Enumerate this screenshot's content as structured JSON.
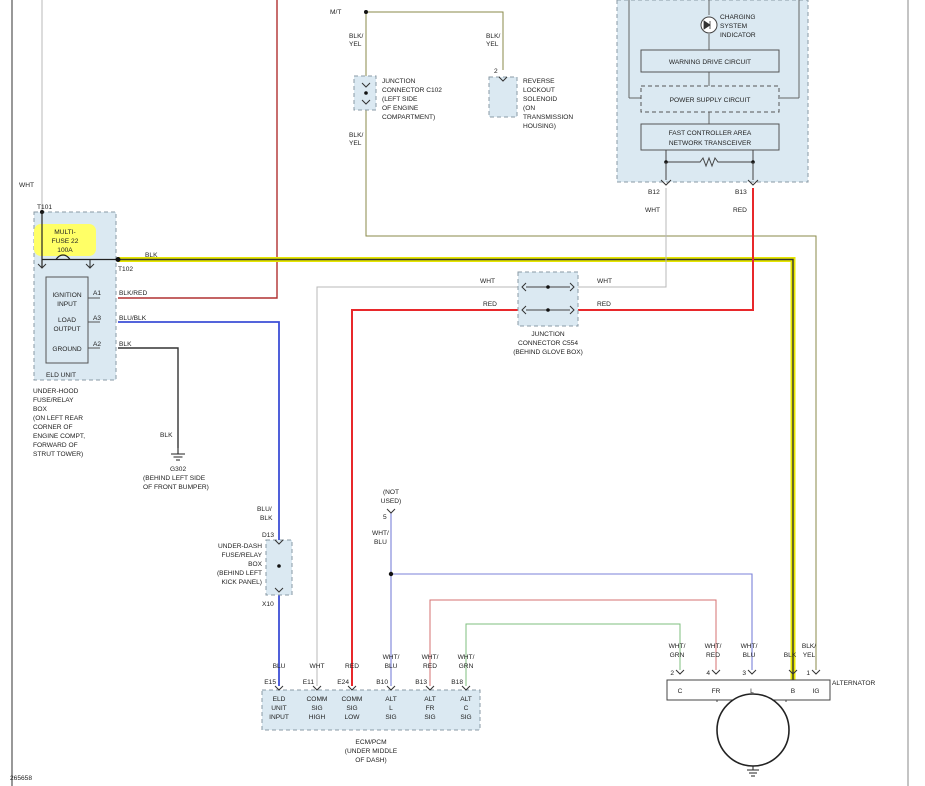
{
  "diagram_id": "265658",
  "colors": {
    "blk": "#333333",
    "red": "#e8282b",
    "blu": "#3c4fd6",
    "wht": "#b8b8b8",
    "highlight": "#e6e600",
    "box_fill": "#dbe9f2"
  },
  "top": {
    "mt_label": "M/T",
    "wht_label": "WHT",
    "blk_yel_1a": "BLK/",
    "blk_yel_1b": "YEL",
    "blk_yel_2a": "BLK/",
    "blk_yel_2b": "YEL",
    "blk_yel_3a": "BLK/",
    "blk_yel_3b": "YEL",
    "c102_lines": [
      "JUNCTION",
      "CONNECTOR C102",
      "(LEFT SIDE",
      "OF ENGINE",
      "COMPARTMENT)"
    ],
    "solenoid_pin": "2",
    "solenoid_lines": [
      "REVERSE",
      "LOCKOUT",
      "SOLENOID",
      "(ON",
      "TRANSMISSION",
      "HOUSING)"
    ]
  },
  "gauge": {
    "indicator_lines": [
      "CHARGING",
      "SYSTEM",
      "INDICATOR"
    ],
    "warning_drive": "WARNING DRIVE CIRCUIT",
    "power_supply": "POWER SUPPLY CIRCUIT",
    "can_line1": "FAST CONTROLLER AREA",
    "can_line2": "NETWORK TRANSCEIVER",
    "pin_b12": "B12",
    "pin_b13": "B13",
    "wire_wht": "WHT",
    "wire_red": "RED"
  },
  "fusebox": {
    "t101": "T101",
    "t102": "T102",
    "fuse_lines": [
      "MULTI-",
      "FUSE 22",
      "100A"
    ],
    "ign_lines": [
      "IGNITION",
      "INPUT"
    ],
    "load_lines": [
      "LOAD",
      "OUTPUT"
    ],
    "ground": "GROUND",
    "pin_a1": "A1",
    "pin_a3": "A3",
    "pin_a2": "A2",
    "wire_blk_red": "BLK/RED",
    "wire_blu_blk": "BLU/BLK",
    "wire_blk": "BLK",
    "wire_blk_main": "BLK",
    "eld_unit": "ELD UNIT",
    "location_lines": [
      "UNDER-HOOD",
      "FUSE/RELAY",
      "BOX",
      "(ON LEFT REAR",
      "CORNER OF",
      "ENGINE COMPT,",
      "FORWARD OF",
      "STRUT TOWER)"
    ]
  },
  "ground": {
    "wire": "BLK",
    "name": "G302",
    "loc_lines": [
      "(BEHIND LEFT SIDE",
      "OF FRONT BUMPER)"
    ]
  },
  "c554": {
    "wht_left": "WHT",
    "wht_right": "WHT",
    "red_left": "RED",
    "red_right": "RED",
    "lines": [
      "JUNCTION",
      "CONNECTOR C554",
      "(BEHIND GLOVE BOX)"
    ]
  },
  "underdash": {
    "wire_top_a": "BLU/",
    "wire_top_b": "BLK",
    "pin_top": "D13",
    "pin_bottom": "X10",
    "lines": [
      "UNDER-DASH",
      "FUSE/RELAY",
      "BOX",
      "(BEHIND LEFT",
      "KICK PANEL)"
    ]
  },
  "not_used": {
    "lines": [
      "(NOT",
      "USED)"
    ],
    "pin": "5",
    "wire_a": "WHT/",
    "wire_b": "BLU"
  },
  "ecm": {
    "name_lines": [
      "ECM/PCM",
      "(UNDER MIDDLE",
      "OF DASH)"
    ],
    "pins": [
      {
        "wire": [
          "BLU"
        ],
        "pin": "E15",
        "label": [
          "ELD",
          "UNIT",
          "INPUT"
        ]
      },
      {
        "wire": [
          "WHT"
        ],
        "pin": "E11",
        "label": [
          "COMM",
          "SIG",
          "HIGH"
        ]
      },
      {
        "wire": [
          "RED"
        ],
        "pin": "E24",
        "label": [
          "COMM",
          "SIG",
          "LOW"
        ]
      },
      {
        "wire": [
          "WHT/",
          "BLU"
        ],
        "pin": "B10",
        "label": [
          "ALT",
          "L",
          "SIG"
        ]
      },
      {
        "wire": [
          "WHT/",
          "RED"
        ],
        "pin": "B13",
        "label": [
          "ALT",
          "FR",
          "SIG"
        ]
      },
      {
        "wire": [
          "WHT/",
          "GRN"
        ],
        "pin": "B18",
        "label": [
          "ALT",
          "C",
          "SIG"
        ]
      }
    ]
  },
  "alternator": {
    "name": "ALTERNATOR",
    "terminals": [
      {
        "wire": [
          "WHT/",
          "GRN"
        ],
        "pin": "2",
        "label": "C"
      },
      {
        "wire": [
          "WHT/",
          "RED"
        ],
        "pin": "4",
        "label": "FR"
      },
      {
        "wire": [
          "WHT/",
          "BLU"
        ],
        "pin": "3",
        "label": "L"
      },
      {
        "wire": [
          "BLK"
        ],
        "pin": "",
        "label": "B"
      },
      {
        "wire": [
          "BLK/",
          "YEL"
        ],
        "pin": "1",
        "label": "IG"
      }
    ]
  }
}
